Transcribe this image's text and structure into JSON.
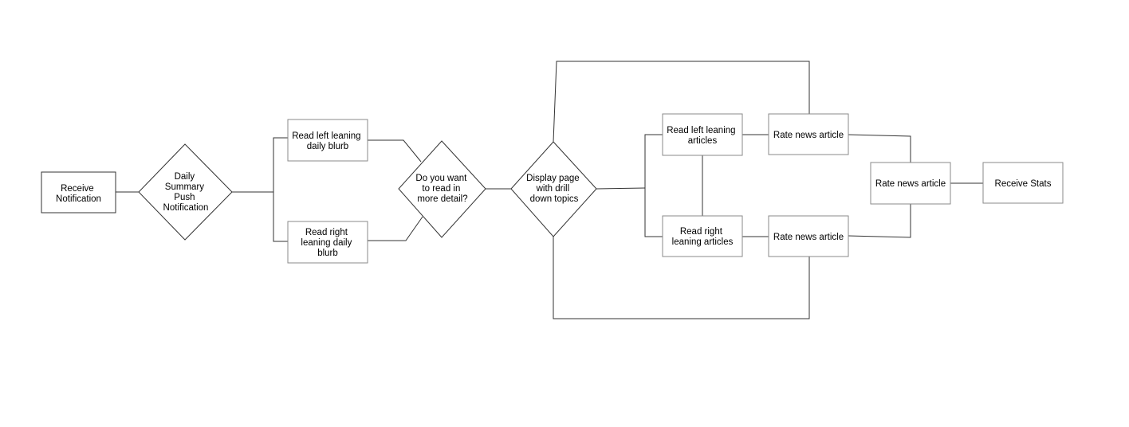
{
  "diagram": {
    "nodes": {
      "receive_notification": [
        "Receive",
        "Notification"
      ],
      "daily_summary": [
        "Daily",
        "Summary",
        "Push",
        "Notification"
      ],
      "read_left_blurb": [
        "Read left leaning",
        "daily blurb"
      ],
      "read_right_blurb": [
        "Read right",
        "leaning daily",
        "blurb"
      ],
      "read_more_decision": [
        "Do you want",
        "to read in",
        "more detail?"
      ],
      "display_page": [
        "Display page",
        "with drill",
        "down topics"
      ],
      "read_left_articles": [
        "Read left leaning",
        "articles"
      ],
      "read_right_articles": [
        "Read right",
        "leaning articles"
      ],
      "rate_top": [
        "Rate news article"
      ],
      "rate_bottom": [
        "Rate news article"
      ],
      "rate_merged": [
        "Rate news article"
      ],
      "receive_stats": [
        "Receive Stats"
      ]
    }
  }
}
